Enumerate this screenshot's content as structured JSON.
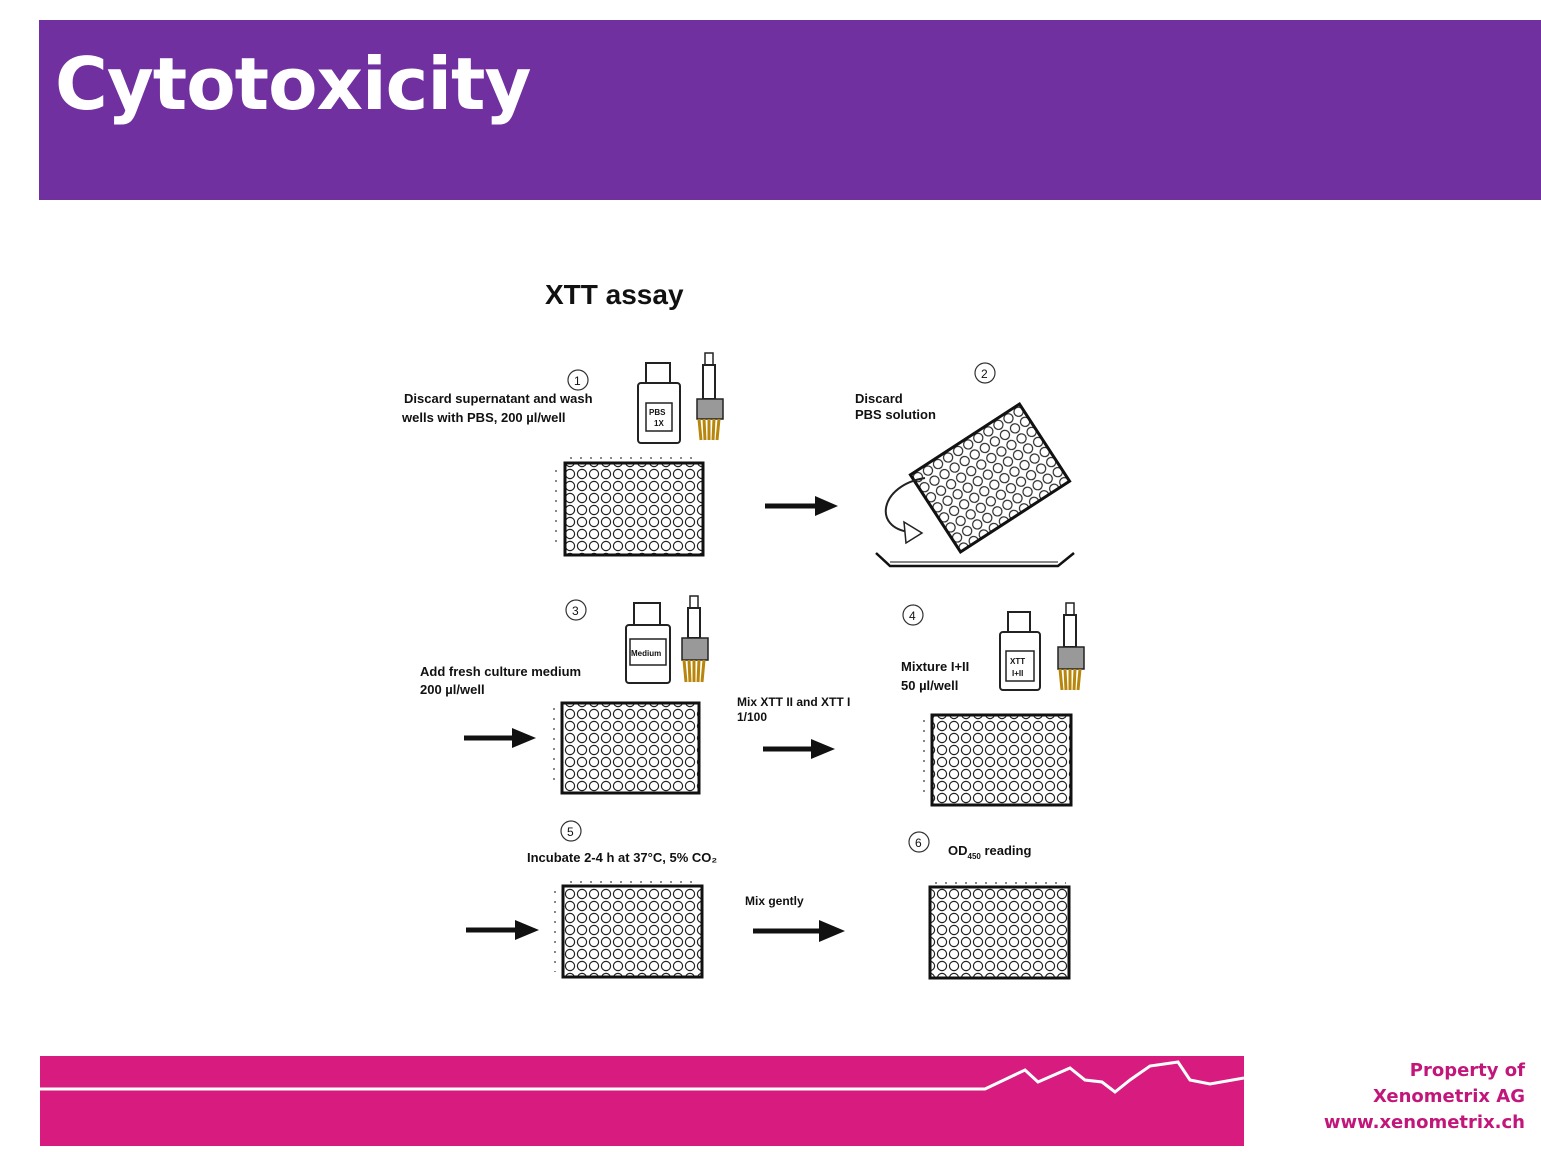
{
  "header": {
    "title": "Cytotoxicity"
  },
  "diagram": {
    "title": "XTT assay",
    "steps": [
      {
        "number": "1",
        "line1": "Discard supernatant and wash",
        "line2": "wells with PBS,  200 µl/well",
        "bottle_label1": "PBS",
        "bottle_label2": "1X"
      },
      {
        "number": "2",
        "line1": "Discard",
        "line2": "PBS solution"
      },
      {
        "number": "3",
        "line1": "Add fresh culture medium",
        "line2": "200 µl/well",
        "bottle_label1": "Medium"
      },
      {
        "number": "4",
        "line1": "Mixture  I+II",
        "line2": "50 µl/well",
        "bottle_label1": "XTT",
        "bottle_label2": "I+II"
      },
      {
        "number": "5",
        "line1": "Incubate 2-4 h at 37°C, 5% CO₂"
      },
      {
        "number": "6",
        "line1": "OD",
        "sub": "450",
        "line2": " reading"
      }
    ],
    "arrow_labels": {
      "mix_line1": "Mix XTT II and XTT I",
      "mix_line2": "1/100",
      "mix_gently": "Mix gently"
    }
  },
  "footer": {
    "line1": "Property of",
    "line2": "Xenometrix AG",
    "line3": "www.xenometrix.ch"
  },
  "colors": {
    "header": "#7030a0",
    "footer": "#d81b7f",
    "footer_text": "#c2177a"
  }
}
